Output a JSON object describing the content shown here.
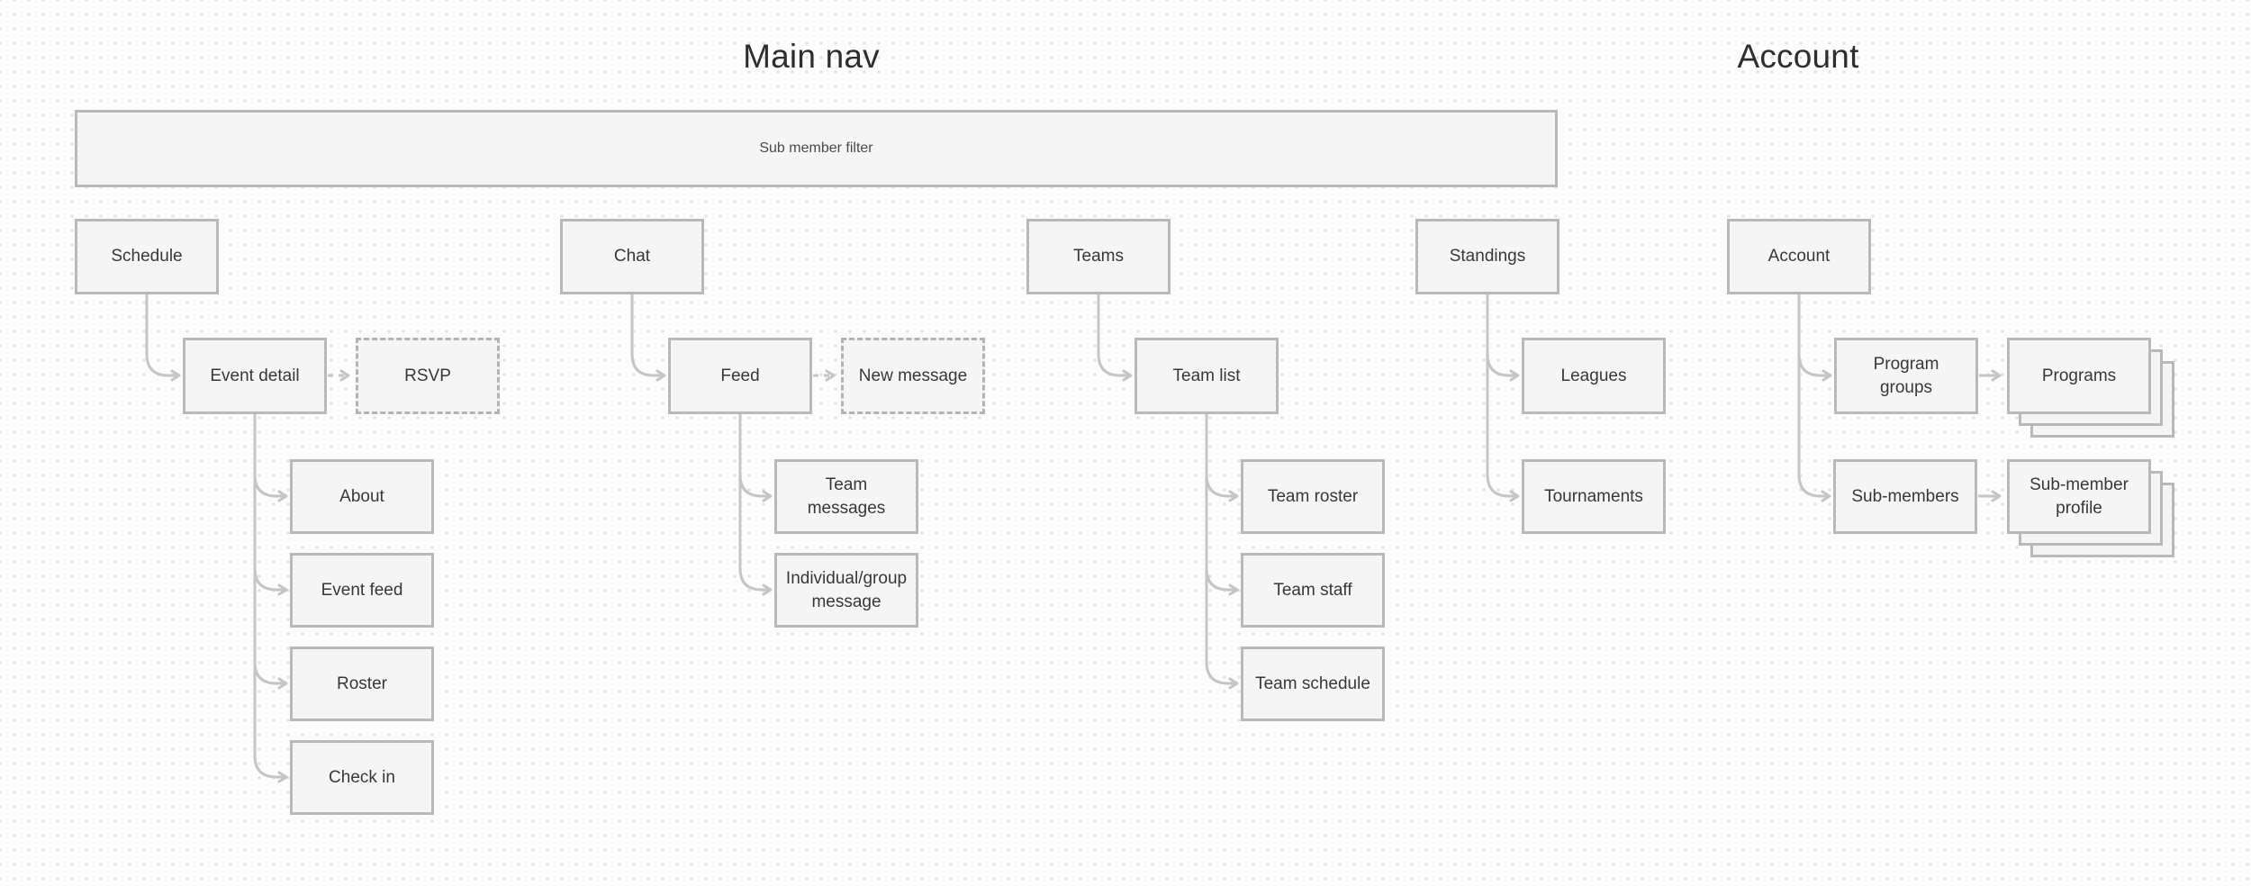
{
  "titles": {
    "main_nav": "Main nav",
    "account": "Account"
  },
  "filter": {
    "label": "Sub member filter"
  },
  "nodes": {
    "schedule": {
      "label": "Schedule"
    },
    "event_detail": {
      "label": "Event detail"
    },
    "rsvp": {
      "label": "RSVP"
    },
    "about": {
      "label": "About"
    },
    "event_feed": {
      "label": "Event feed"
    },
    "roster": {
      "label": "Roster"
    },
    "check_in": {
      "label": "Check in"
    },
    "chat": {
      "label": "Chat"
    },
    "feed": {
      "label": "Feed"
    },
    "new_message": {
      "label": "New message"
    },
    "team_messages": {
      "label": "Team messages"
    },
    "individual_group_message": {
      "label": "Individual/group message"
    },
    "teams": {
      "label": "Teams"
    },
    "team_list": {
      "label": "Team list"
    },
    "team_roster": {
      "label": "Team roster"
    },
    "team_staff": {
      "label": "Team staff"
    },
    "team_schedule": {
      "label": "Team schedule"
    },
    "standings": {
      "label": "Standings"
    },
    "leagues": {
      "label": "Leagues"
    },
    "tournaments": {
      "label": "Tournaments"
    },
    "account": {
      "label": "Account"
    },
    "program_groups": {
      "label": "Program groups"
    },
    "programs": {
      "label": "Programs"
    },
    "sub_members": {
      "label": "Sub-members"
    },
    "sub_member_profile": {
      "label": "Sub-member profile"
    }
  },
  "colors": {
    "canvas_background": "#fcfcfc",
    "dot_grid": "#dedede",
    "node_fill": "#f5f5f5",
    "node_border": "#b9b9b9",
    "connector": "#c5c5c5",
    "node_text": "#383838",
    "title_text": "#2e2e2e"
  }
}
